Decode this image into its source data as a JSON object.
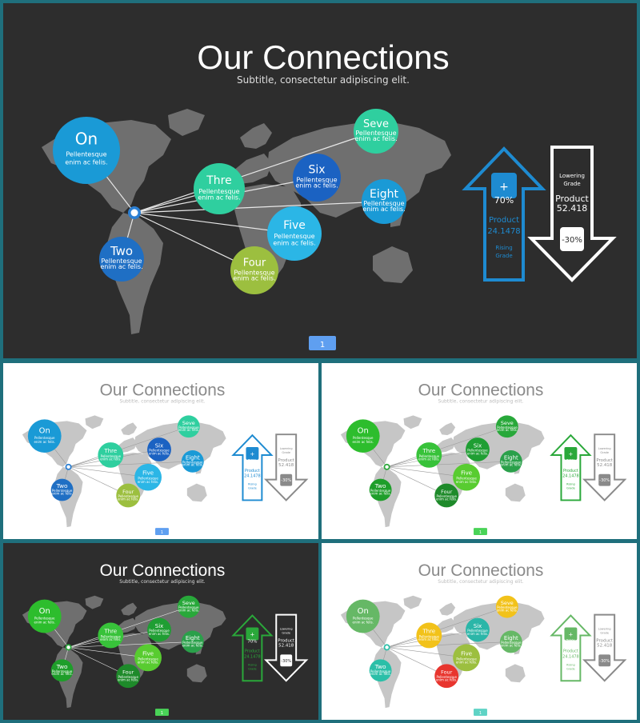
{
  "title": "Our Connections",
  "subtitle": "Subtitle, consectetur adipiscing elit.",
  "bubbles": [
    {
      "label": "On",
      "text1": "Pellentesque",
      "text2": "enim ac felis."
    },
    {
      "label": "Two",
      "text1": "Pellentesque",
      "text2": "enim ac felis."
    },
    {
      "label": "Thre",
      "text1": "Pellentesque",
      "text2": "enim ac felis."
    },
    {
      "label": "Four",
      "text1": "Pellentesque",
      "text2": "enim ac felis."
    },
    {
      "label": "Five",
      "text1": "Pellentesque",
      "text2": "enim ac felis."
    },
    {
      "label": "Six",
      "text1": "Pellentesque",
      "text2": "enim ac felis."
    },
    {
      "label": "Seve",
      "text1": "Pellentesque",
      "text2": "enim ac felis."
    },
    {
      "label": "Eight",
      "text1": "Pellentesque",
      "text2": "enim ac felis."
    }
  ],
  "up_arrow": {
    "icon": "+",
    "percent": "70%",
    "product": "Product",
    "value": "24.1478",
    "caption1": "Rising",
    "caption2": "Grade"
  },
  "down_arrow": {
    "caption1": "Lowering",
    "caption2": "Grade",
    "product": "Product",
    "value": "52.418",
    "percent": "-30%"
  },
  "page_number": "1",
  "icons": {
    "arrow_up": "arrow-up-icon",
    "arrow_down": "arrow-down-icon",
    "map": "world-map"
  },
  "colors": {
    "dark_bg": "#2d2d2d",
    "light_bg": "#ffffff",
    "frame": "#1f6f7c",
    "blue_theme": [
      "#1a9ad6",
      "#1f6fc4",
      "#2fcf9f",
      "#9cbf3f",
      "#2bb6e6",
      "#1b62c2",
      "#2fcf9f",
      "#1a9ad6"
    ],
    "green_theme": [
      "#2dbd2d",
      "#1e9e2a",
      "#38c23a",
      "#1e8a2a",
      "#58cc30",
      "#1f9e33",
      "#28a83a",
      "#2aa04a"
    ],
    "pastel_theme": [
      "#66b866",
      "#2bbfa8",
      "#f2c21a",
      "#e8352e",
      "#9cbf3f",
      "#2bb6a8",
      "#f2c21a",
      "#66b866"
    ],
    "up_blue": "#1e8bd1",
    "up_green": "#2aa83a"
  }
}
